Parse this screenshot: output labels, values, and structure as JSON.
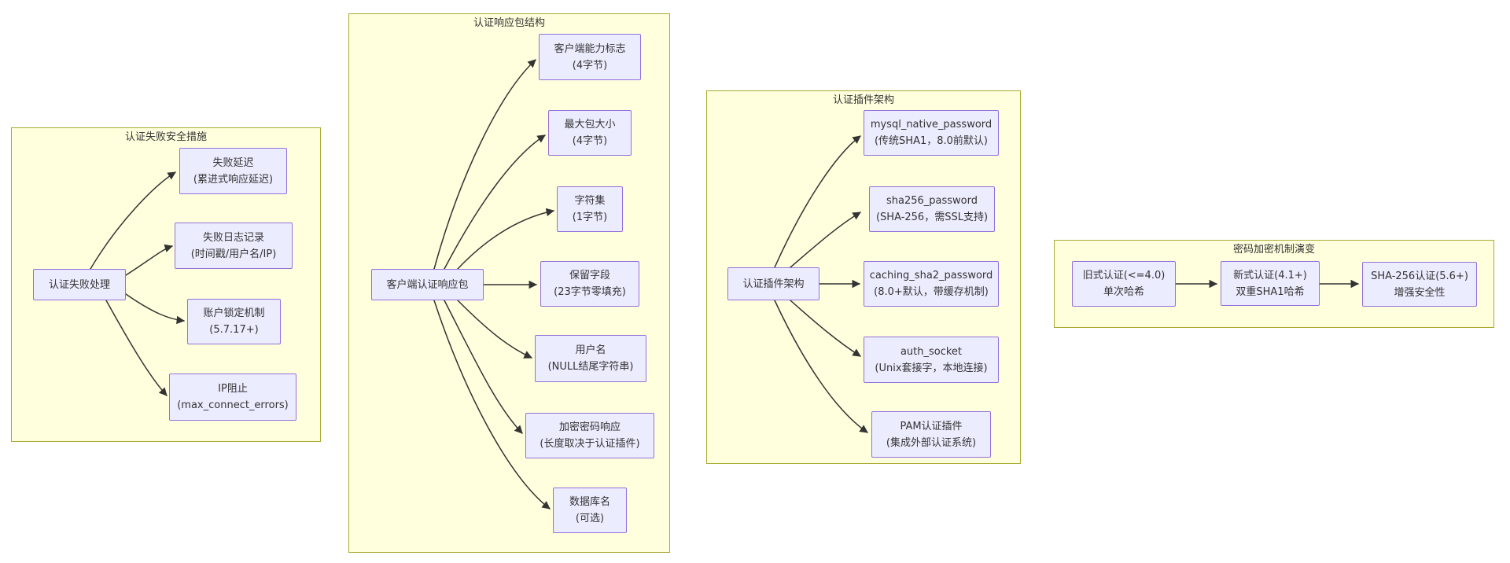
{
  "diagram": {
    "colors": {
      "group_fill": "#ffffde",
      "group_border": "#aaaa33",
      "node_fill": "#ececff",
      "node_border": "#9370db",
      "edge": "#333333",
      "text": "#333333"
    },
    "groups": [
      {
        "title": "认证失败安全措施",
        "root": {
          "label": "认证失败处理"
        },
        "nodes": [
          {
            "line1": "失败延迟",
            "line2": "(累进式响应延迟)"
          },
          {
            "line1": "失败日志记录",
            "line2": "(时间戳/用户名/IP)"
          },
          {
            "line1": "账户锁定机制",
            "line2": "(5.7.17+)"
          },
          {
            "line1": "IP阻止",
            "line2": "(max_connect_errors)"
          }
        ]
      },
      {
        "title": "认证响应包结构",
        "root": {
          "label": "客户端认证响应包"
        },
        "nodes": [
          {
            "line1": "客户端能力标志",
            "line2": "(4字节)"
          },
          {
            "line1": "最大包大小",
            "line2": "(4字节)"
          },
          {
            "line1": "字符集",
            "line2": "(1字节)"
          },
          {
            "line1": "保留字段",
            "line2": "(23字节零填充)"
          },
          {
            "line1": "用户名",
            "line2": "(NULL结尾字符串)"
          },
          {
            "line1": "加密密码响应",
            "line2": "(长度取决于认证插件)"
          },
          {
            "line1": "数据库名",
            "line2": "(可选)"
          }
        ]
      },
      {
        "title": "认证插件架构",
        "root": {
          "label": "认证插件架构"
        },
        "nodes": [
          {
            "line1": "mysql_native_password",
            "line2": "(传统SHA1，8.0前默认)"
          },
          {
            "line1": "sha256_password",
            "line2": "(SHA-256，需SSL支持)"
          },
          {
            "line1": "caching_sha2_password",
            "line2": "(8.0+默认，带缓存机制)"
          },
          {
            "line1": "auth_socket",
            "line2": "(Unix套接字，本地连接)"
          },
          {
            "line1": "PAM认证插件",
            "line2": "(集成外部认证系统)"
          }
        ]
      },
      {
        "title": "密码加密机制演变",
        "nodes": [
          {
            "line1": "旧式认证(<=4.0)",
            "line2": "单次哈希"
          },
          {
            "line1": "新式认证(4.1+)",
            "line2": "双重SHA1哈希"
          },
          {
            "line1": "SHA-256认证(5.6+)",
            "line2": "增强安全性"
          }
        ]
      }
    ]
  }
}
